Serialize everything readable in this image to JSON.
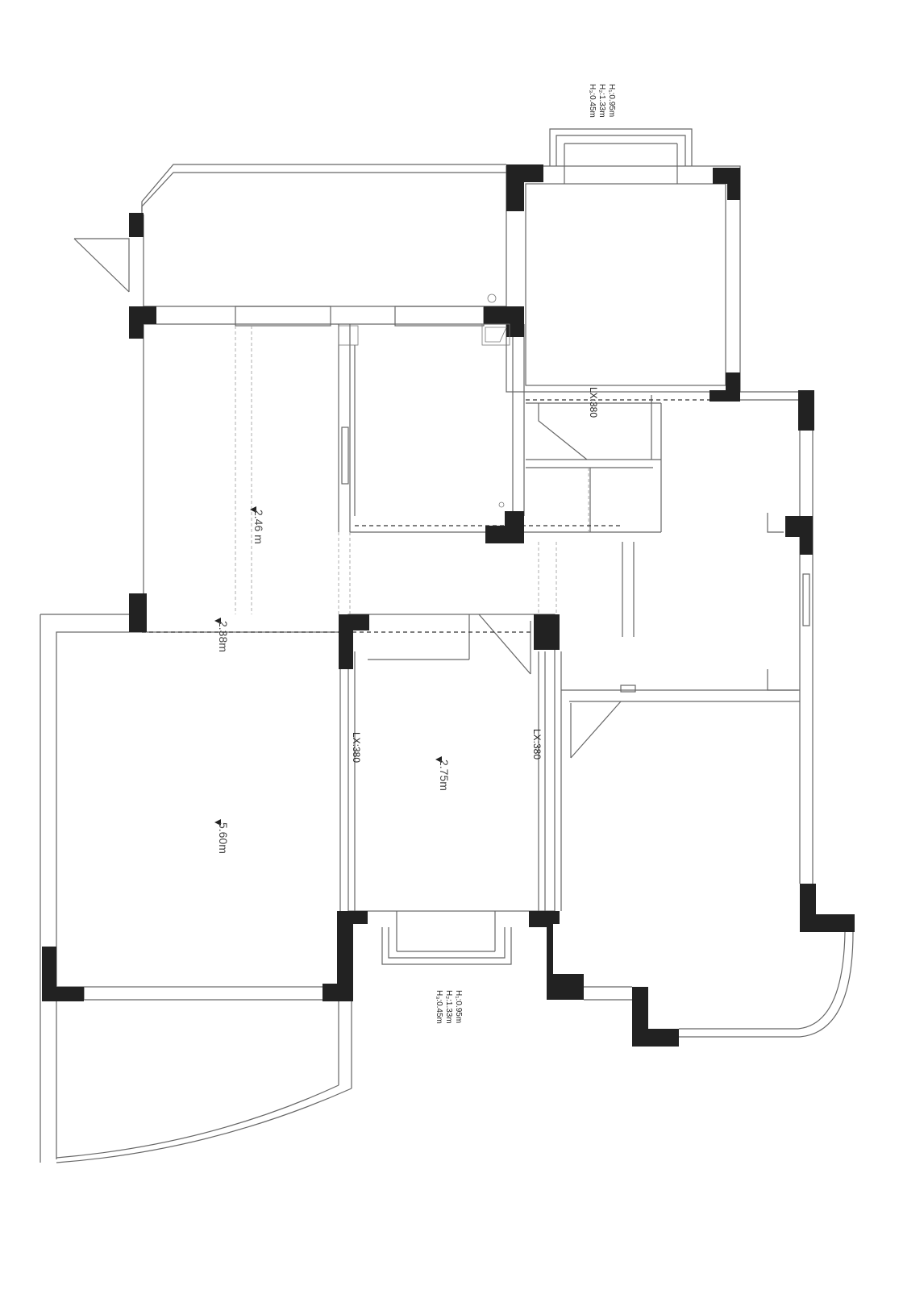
{
  "levels": {
    "room_large": "5.60m",
    "room_center": "2.75m",
    "room_corridor": "2.46 m",
    "step_line": "2.38m"
  },
  "lx": {
    "top_right": "LX:380",
    "center_left": "LX:380",
    "center_right": "LX:380"
  },
  "window_spec_top": {
    "h1": "H₁:0.95m",
    "h2": "H₂:1.33m",
    "h3": "H₃:0.45m"
  },
  "window_spec_bottom": {
    "h1": "H₁:0.95m",
    "h2": "H₂:1.33m",
    "h3": "H₃:0.45m"
  },
  "colors": {
    "wall_fill": "#222222",
    "line": "#666666",
    "thin": "#999999",
    "dash": "#333333"
  }
}
